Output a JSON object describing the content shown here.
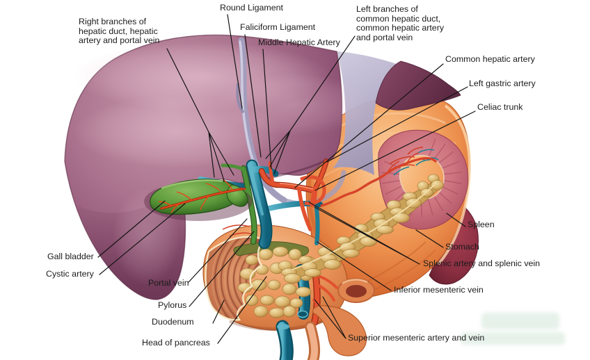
{
  "figure": {
    "type": "anatomical-diagram",
    "subject": "Liver, gall bladder, stomach, pancreas, spleen and hepatic portal vessels"
  },
  "labels": {
    "round_ligament": "Round Ligament",
    "faliciform_ligament": "Faliciform Ligament",
    "middle_hepatic_artery": "Middle Hepatic Artery",
    "right_branches": "Right branches of\nhepatic duct, hepatic\nartery and portal vein",
    "left_branches": "Left branches of\ncommon hepatic duct,\ncommon hepatic artery\nand portal vein",
    "common_hepatic_artery": "Common hepatic artery",
    "left_gastric_artery": "Left gastric artery",
    "celiac_trunk": "Celiac trunk",
    "spleen": "Spleen",
    "stomach": "Stomach",
    "splenic_vessels": "Splenic artery and splenic vein",
    "inferior_mesenteric_vein": "Inferior mesenteric vein",
    "superior_mesenteric": "Superior mesenteric artery and vein",
    "head_of_pancreas": "Head of pancreas",
    "duodenum": "Duodenum",
    "pylorus": "Pylorus",
    "portal_vein": "Portal vein",
    "gall_bladder": "Gall bladder",
    "cystic_artery": "Cystic artery"
  },
  "colors": {
    "liver": "#95597a",
    "liver_dark": "#653050",
    "ligament_gray": "#a39dbd",
    "gall_bladder": "#5f9c3c",
    "stomach": "#ec8f4d",
    "stomach_cut": "#cd747f",
    "spleen": "#8b2f42",
    "pancreas": "#d9b36b",
    "duodenum_interior": "#c97851",
    "portal_vein_teal": "#2c8aa2",
    "artery_red": "#e2512f",
    "leader_line": "#141414",
    "label_text": "#1b1b1b",
    "background": "#ffffff"
  }
}
